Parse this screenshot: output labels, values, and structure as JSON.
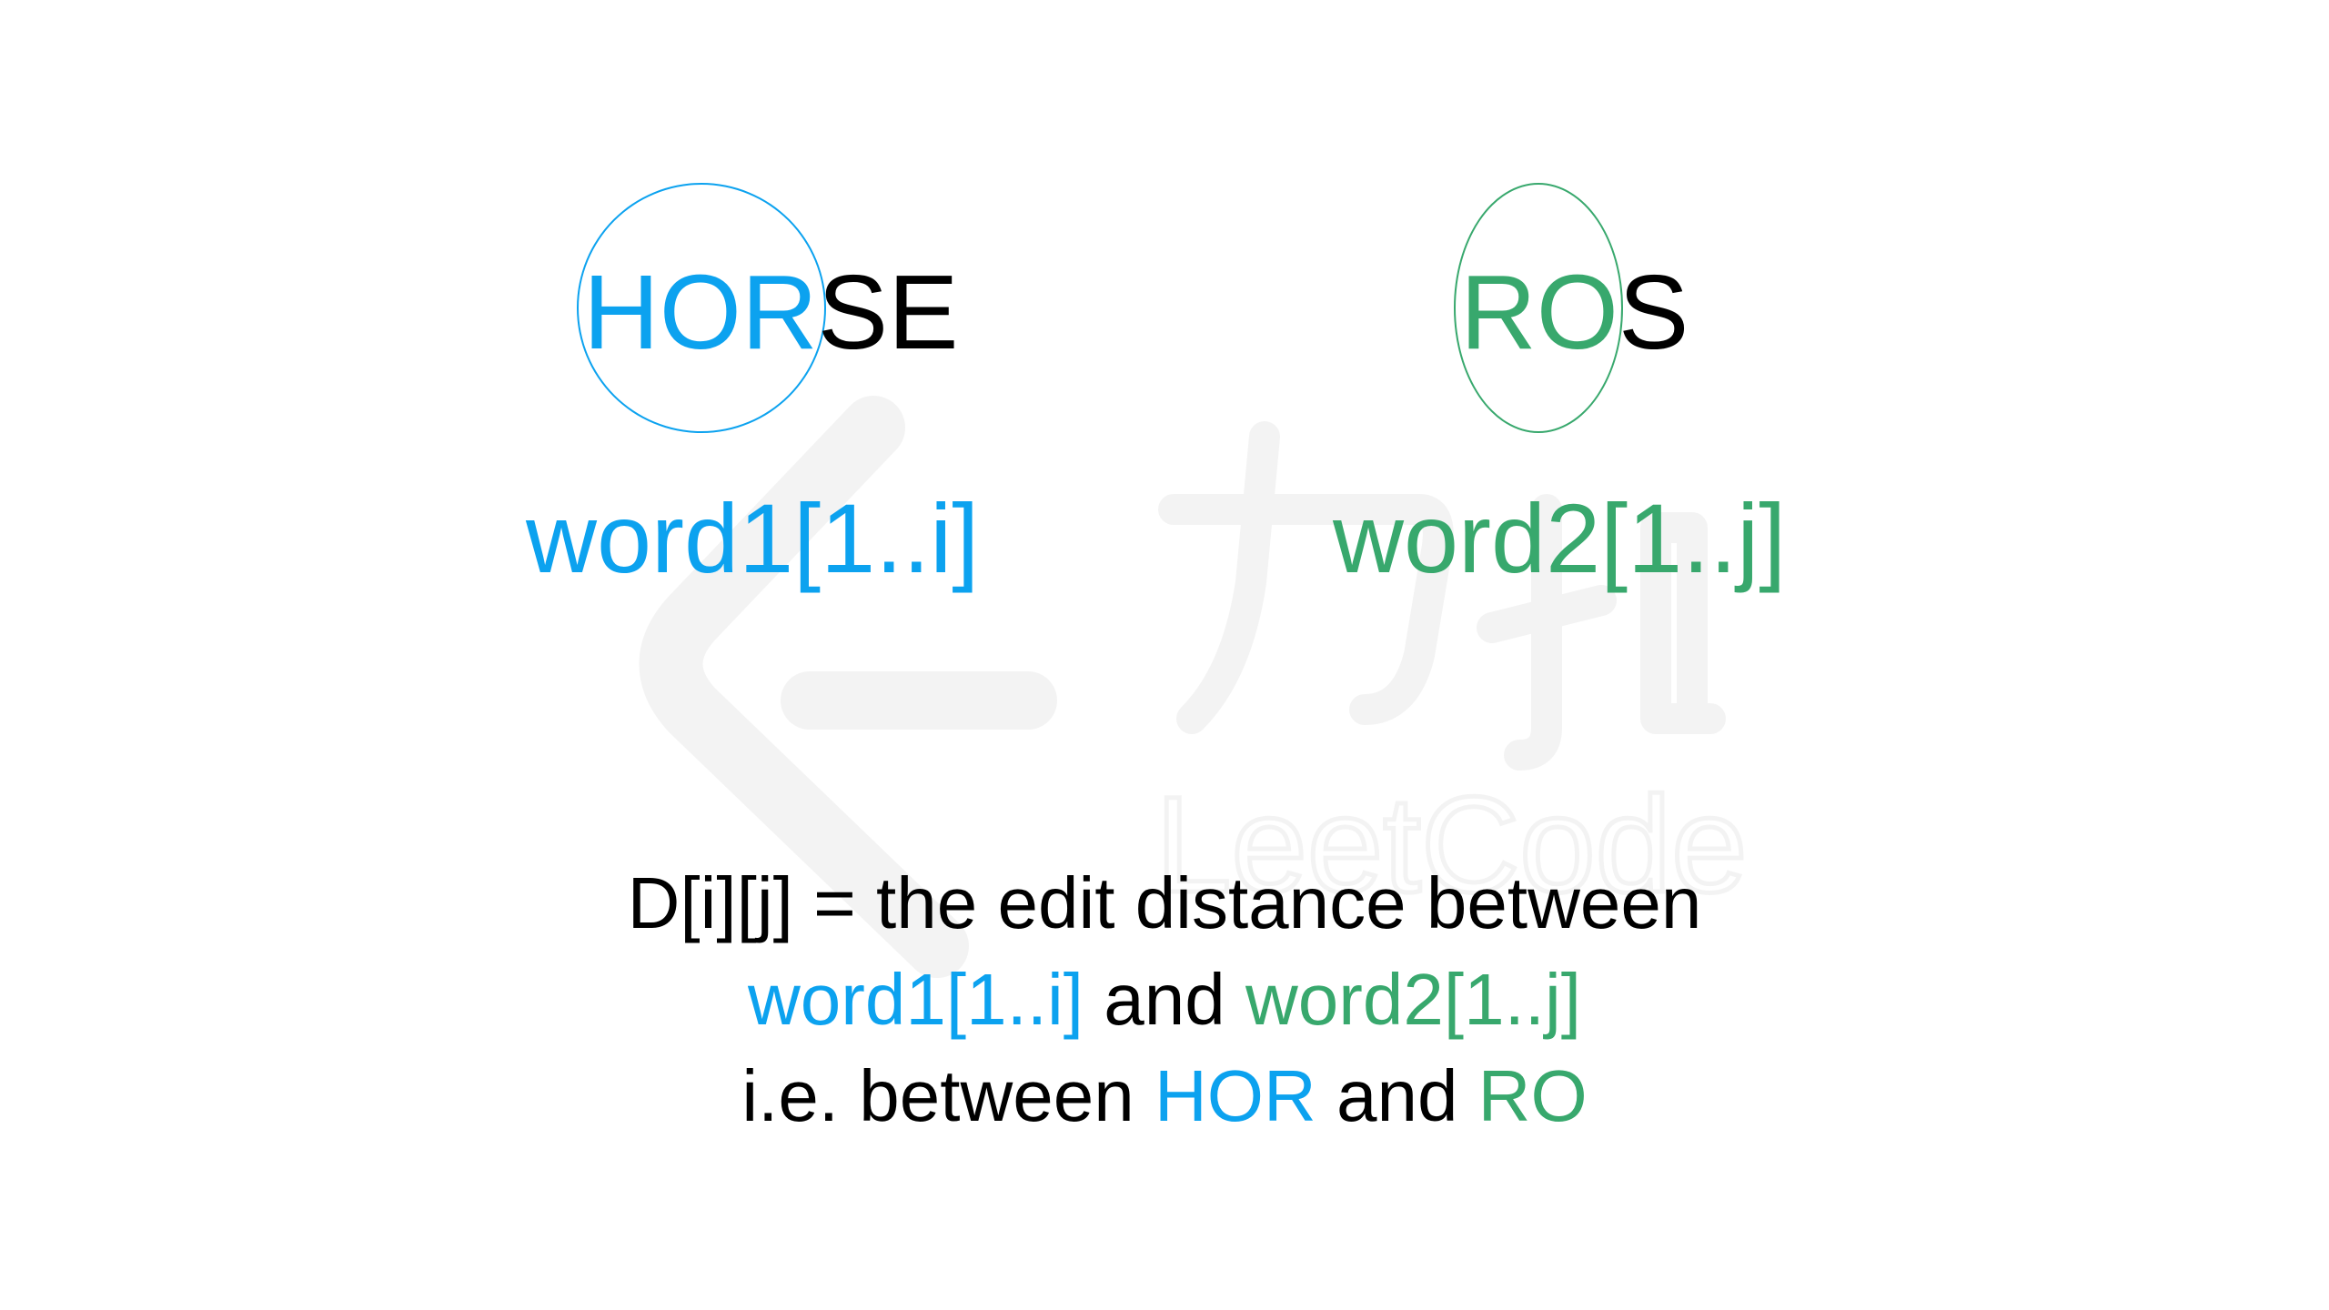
{
  "colors": {
    "word1": "#0ca2ef",
    "word2": "#38a86d",
    "text": "#000000",
    "watermark": "#f3f3f3"
  },
  "word1": {
    "prefix": "HOR",
    "rest": "SE",
    "index_label": "word1[1..i]"
  },
  "word2": {
    "prefix": "RO",
    "rest": "S",
    "index_label": "word2[1..j]"
  },
  "definition": {
    "line1": "D[i][j] = the edit distance between",
    "line2": {
      "part1": "word1[1..i]",
      "and": " and ",
      "part2": "word2[1..j]"
    },
    "line3": {
      "lead": "i.e. between ",
      "part1": "HOR",
      "and": " and ",
      "part2": "RO"
    }
  },
  "watermark": {
    "logo_icon": "leetcode-logo-icon",
    "chinese": "力扣",
    "latin": "LeetCode"
  }
}
